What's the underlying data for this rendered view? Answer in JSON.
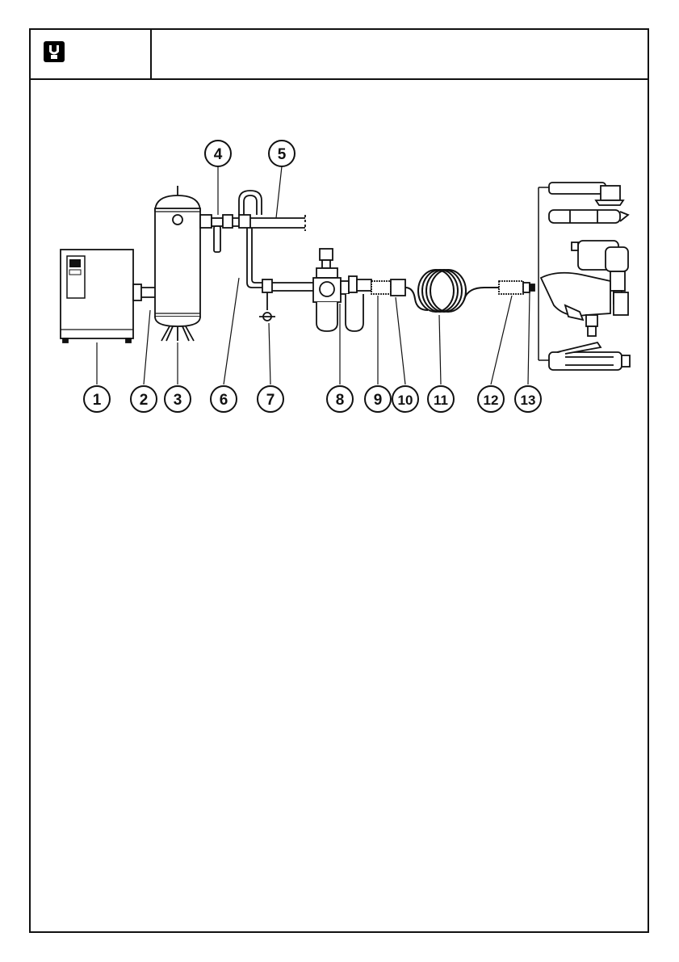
{
  "header": {
    "logo_icon": "wrench-icon",
    "title": ""
  },
  "diagram": {
    "callouts": [
      {
        "label": "1",
        "part": "air-compressor"
      },
      {
        "label": "2",
        "part": "tank-inlet-pipe"
      },
      {
        "label": "3",
        "part": "tank-feet"
      },
      {
        "label": "4",
        "part": "shut-off-valve"
      },
      {
        "label": "5",
        "part": "main-air-line"
      },
      {
        "label": "6",
        "part": "drop-pipe"
      },
      {
        "label": "7",
        "part": "drain-valve"
      },
      {
        "label": "8",
        "part": "filter-regulator"
      },
      {
        "label": "9",
        "part": "lubricator"
      },
      {
        "label": "10",
        "part": "hose-fitting"
      },
      {
        "label": "11",
        "part": "coiled-air-hose"
      },
      {
        "label": "12",
        "part": "quick-coupler"
      },
      {
        "label": "13",
        "part": "tool-nipple"
      }
    ],
    "tools": [
      {
        "icon": "angle-grinder-icon"
      },
      {
        "icon": "straight-grinder-icon"
      },
      {
        "icon": "pistol-drill-icon"
      },
      {
        "icon": "impact-wrench-icon"
      },
      {
        "icon": "die-grinder-icon"
      }
    ]
  }
}
